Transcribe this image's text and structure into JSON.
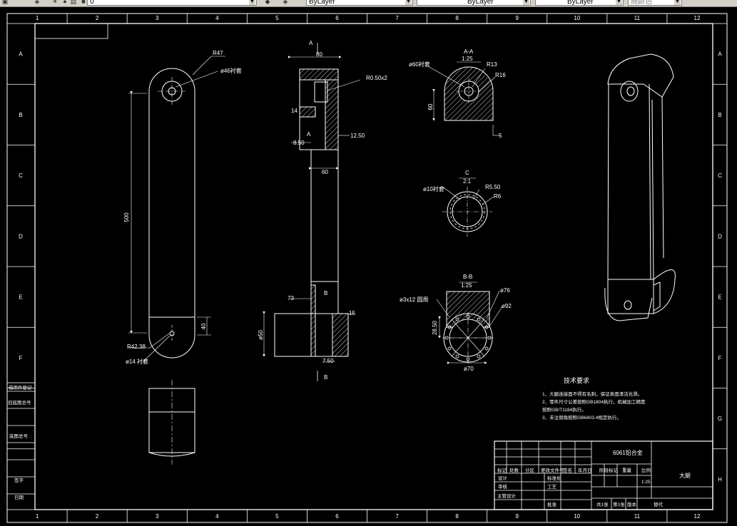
{
  "toolbar": {
    "layer_value": "0",
    "color_value": "ByLayer",
    "linetype_value": "ByLayer",
    "lineweight_value": "ByLayer",
    "plotstyle_value": "随颜色"
  },
  "border": {
    "columns": [
      "1",
      "2",
      "3",
      "4",
      "5",
      "6",
      "7",
      "8",
      "9",
      "10",
      "11",
      "12"
    ],
    "rows": [
      "A",
      "B",
      "C",
      "D",
      "E",
      "F",
      "G",
      "H"
    ]
  },
  "views": {
    "front": {
      "r47": "R47",
      "hole_top": "ø46衬套",
      "len": "500",
      "h40": "40",
      "r42": "R42.38",
      "hole_bottom": "ø14 衬套"
    },
    "section": {
      "top": "80",
      "r05": "R0.50x2",
      "d14": "14",
      "a_mark": "A",
      "a_top": "A",
      "d850": "8.50",
      "d1250": "12.50",
      "d60": "60",
      "b_mark": "B",
      "b_bottom": "B",
      "d73": "73",
      "d15": "15",
      "d50": "ø50",
      "d750": "7.50"
    },
    "aa": {
      "title": "A-A",
      "scale": "1:25",
      "d60": "ø60衬套",
      "r13": "R13",
      "r16": "R16",
      "h60": "60",
      "d5": "5"
    },
    "c": {
      "title": "C",
      "scale": "2:1",
      "d10": "ø10衬套",
      "r550": "R5.50",
      "r6": "R6"
    },
    "bb": {
      "title": "B-B",
      "scale": "1:25",
      "holes": "ø3x12 圆周",
      "d76": "ø76",
      "d92": "ø92",
      "d2850": "28.50",
      "d70": "ø70"
    }
  },
  "tech": {
    "title": "技术要求",
    "lines": [
      "1、大腿连接面不得有毛刺，保证表面清洁光滑。",
      "2、零件尺寸公差按照GB1804执行，机械加工精度",
      "按照GB/T1184执行。",
      "3、未注倒角按照GB6403.4规定执行。"
    ]
  },
  "left_labels": [
    "借用件登记",
    "旧底图总号",
    "底图总号",
    "签字",
    "日期"
  ],
  "title_block": {
    "material": "6061铝合金",
    "part": "大腿",
    "scale": "1:25",
    "h_cells": [
      "标记",
      "处数",
      "分区",
      "更改文件号",
      "签名",
      "年月日"
    ],
    "r_cells": [
      "设计",
      "标准化",
      "审核",
      "工艺",
      "主管设计",
      "批准"
    ],
    "stage_hdr": [
      "阶段标记",
      "重量",
      "比例"
    ],
    "sheet": "共1张",
    "sheet2": "第1张",
    "version": "版本",
    "replace": "替代"
  }
}
